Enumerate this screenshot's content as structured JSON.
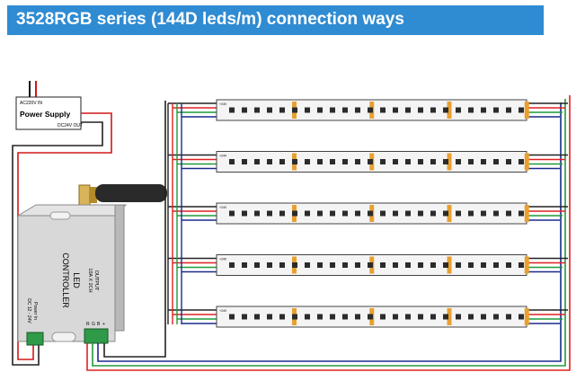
{
  "title": "3528RGB series (144D leds/m) connection ways",
  "power_supply": {
    "label": "Power Supply",
    "input_label": "AC220V IN",
    "output_label": "DC24V OUT"
  },
  "controller": {
    "label_line1": "LED",
    "label_line2": "CONTROLLER",
    "output_label": "OUTPUT",
    "output_spec": "10A X 2CH",
    "input_label": "Power In",
    "input_spec": "DC 12 - 24V",
    "terminal_labels": [
      "R",
      "G",
      "B",
      "+"
    ]
  },
  "strip": {
    "count": 5,
    "pad_label": "+24V",
    "colors": {
      "red": "#e02020",
      "green": "#1f9a3a",
      "blue": "#1a2a8c",
      "black": "#222222"
    }
  }
}
